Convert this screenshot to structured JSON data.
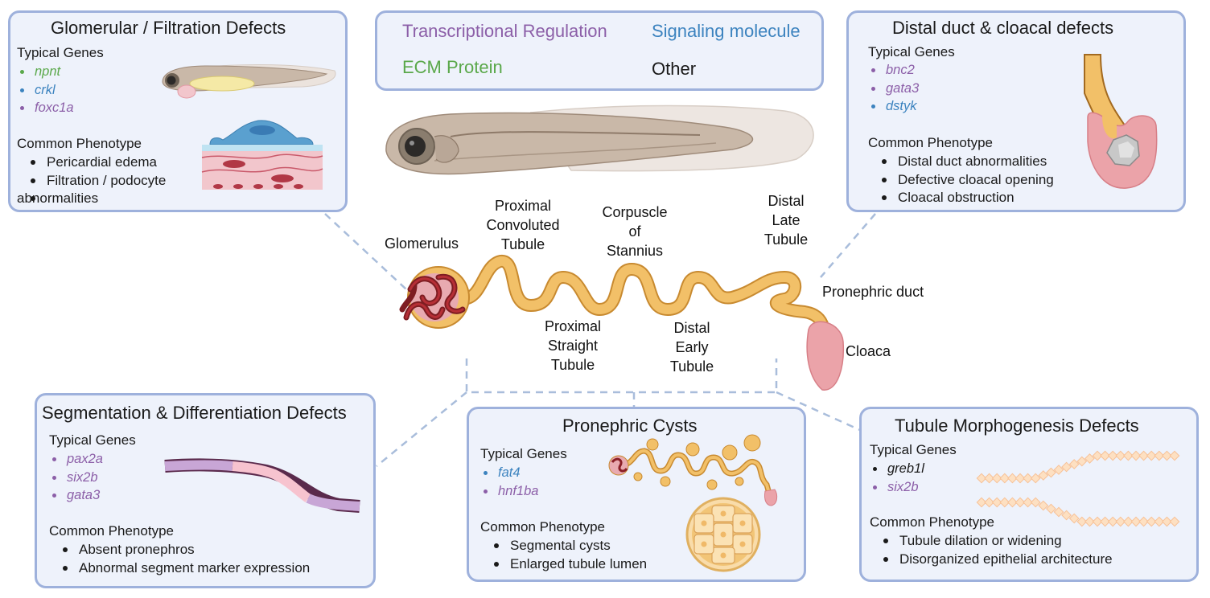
{
  "colors": {
    "transcriptional": "#8c5fa8",
    "signaling": "#3c83bf",
    "ecm": "#5aa84a",
    "other": "#1a1a1a",
    "panel_bg": "#eef2fb",
    "panel_border": "#9eb1dc",
    "tubule": "#f2c068"
  },
  "legend": {
    "transcriptional": "Transcriptional Regulation",
    "signaling": "Signaling molecule",
    "ecm": "ECM Protein",
    "other": "Other"
  },
  "anatomy_labels": {
    "glomerulus": "Glomerulus",
    "pct": "Proximal\nConvoluted\nTubule",
    "corpuscle": "Corpuscle\nof\nStannius",
    "dlt": "Distal\nLate\nTubule",
    "pronephric_duct": "Pronephric duct",
    "cloaca": "Cloaca",
    "pst": "Proximal\nStraight\nTubule",
    "det": "Distal\nEarly\nTubule"
  },
  "panels": {
    "glomerular": {
      "title": "Glomerular / Filtration Defects",
      "genes_label": "Typical Genes",
      "genes": [
        {
          "name": "npnt",
          "category": "ecm"
        },
        {
          "name": "crkl",
          "category": "signaling"
        },
        {
          "name": "foxc1a",
          "category": "transcriptional"
        }
      ],
      "phenotype_label": "Common Phenotype",
      "phenotypes": [
        "Pericardial edema",
        "Filtration / podocyte",
        "abnormalities"
      ]
    },
    "distal": {
      "title": "Distal duct & cloacal defects",
      "genes_label": "Typical Genes",
      "genes": [
        {
          "name": "bnc2",
          "category": "transcriptional"
        },
        {
          "name": "gata3",
          "category": "transcriptional"
        },
        {
          "name": "dstyk",
          "category": "signaling"
        }
      ],
      "phenotype_label": "Common Phenotype",
      "phenotypes": [
        "Distal duct abnormalities",
        "Defective cloacal opening",
        "Cloacal obstruction"
      ]
    },
    "segmentation": {
      "title": "Segmentation & Differentiation Defects",
      "genes_label": "Typical Genes",
      "genes": [
        {
          "name": "pax2a",
          "category": "transcriptional"
        },
        {
          "name": "six2b",
          "category": "transcriptional"
        },
        {
          "name": "gata3",
          "category": "transcriptional"
        }
      ],
      "phenotype_label": "Common Phenotype",
      "phenotypes": [
        "Absent pronephros",
        "Abnormal segment marker expression"
      ]
    },
    "cysts": {
      "title": "Pronephric Cysts",
      "genes_label": "Typical Genes",
      "genes": [
        {
          "name": "fat4",
          "category": "signaling"
        },
        {
          "name": "hnf1ba",
          "category": "transcriptional"
        }
      ],
      "phenotype_label": "Common Phenotype",
      "phenotypes": [
        "Segmental cysts",
        "Enlarged tubule lumen"
      ]
    },
    "morpho": {
      "title": "Tubule Morphogenesis Defects",
      "genes_label": "Typical Genes",
      "genes": [
        {
          "name": "greb1l",
          "category": "other"
        },
        {
          "name": "six2b",
          "category": "transcriptional"
        }
      ],
      "phenotype_label": "Common Phenotype",
      "phenotypes": [
        "Tubule dilation or widening",
        "Disorganized epithelial architecture"
      ]
    }
  }
}
